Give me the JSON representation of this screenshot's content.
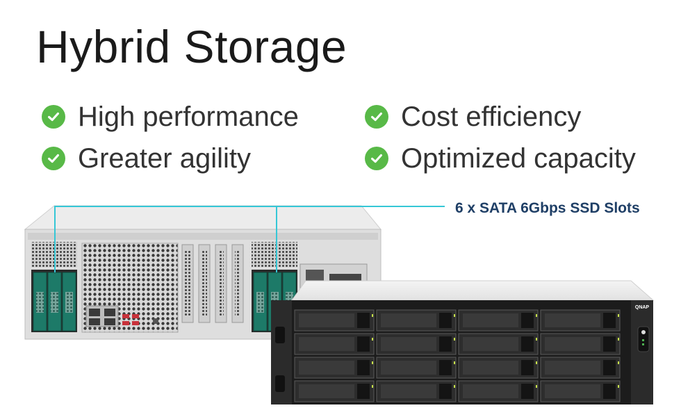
{
  "header": {
    "title": "Hybrid Storage"
  },
  "features": [
    {
      "label": "High performance",
      "icon": "check-circle-icon"
    },
    {
      "label": "Cost efficiency",
      "icon": "check-circle-icon"
    },
    {
      "label": "Greater agility",
      "icon": "check-circle-icon"
    },
    {
      "label": "Optimized capacity",
      "icon": "check-circle-icon"
    }
  ],
  "callout": {
    "label": "6 x SATA 6Gbps SSD Slots"
  },
  "front_panel": {
    "brand": "QNAP"
  },
  "colors": {
    "check": "#58b947",
    "callout_line": "#35c7d6",
    "callout_text": "#1f3f66",
    "ssd_tray": "#1d7a68"
  }
}
